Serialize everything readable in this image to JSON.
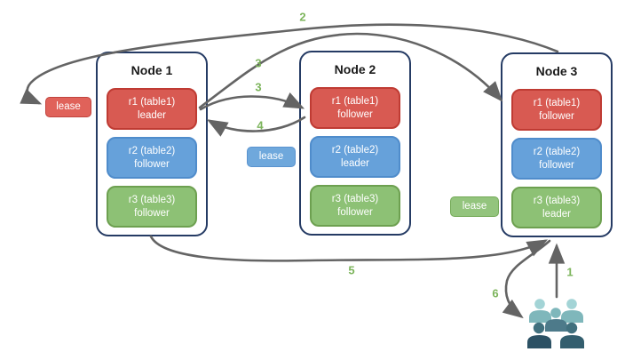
{
  "diagram": {
    "nodes": [
      {
        "title": "Node 1",
        "replicas": [
          {
            "name": "r1 (table1)",
            "role": "leader"
          },
          {
            "name": "r2 (table2)",
            "role": "follower"
          },
          {
            "name": "r3 (table3)",
            "role": "follower"
          }
        ]
      },
      {
        "title": "Node 2",
        "replicas": [
          {
            "name": "r1 (table1)",
            "role": "follower"
          },
          {
            "name": "r2 (table2)",
            "role": "leader"
          },
          {
            "name": "r3 (table3)",
            "role": "follower"
          }
        ]
      },
      {
        "title": "Node 3",
        "replicas": [
          {
            "name": "r1 (table1)",
            "role": "follower"
          },
          {
            "name": "r2 (table2)",
            "role": "follower"
          },
          {
            "name": "r3 (table3)",
            "role": "leader"
          }
        ]
      }
    ],
    "leases": [
      {
        "label": "lease",
        "variant": "red"
      },
      {
        "label": "lease",
        "variant": "blue"
      },
      {
        "label": "lease",
        "variant": "green"
      }
    ],
    "arrow_labels": {
      "s1": "1",
      "s2": "2",
      "s3a": "3",
      "s3b": "3",
      "s4": "4",
      "s5": "5",
      "s6": "6"
    }
  },
  "icons": {
    "users_group": "users-group-icon"
  },
  "colors": {
    "red_fill": "#D85A52",
    "red_border": "#BF3B33",
    "blue_fill": "#66A1DA",
    "blue_border": "#4F8CCB",
    "green_fill": "#8DC175",
    "green_border": "#6DA050",
    "node_border": "#253B64",
    "arrow": "#646464",
    "label_green": "#7CB45B",
    "users_light": "#A3D4D6",
    "users_medium": "#7FB7BB",
    "users_slate": "#4D7A8A",
    "users_dark": "#2C5164"
  }
}
